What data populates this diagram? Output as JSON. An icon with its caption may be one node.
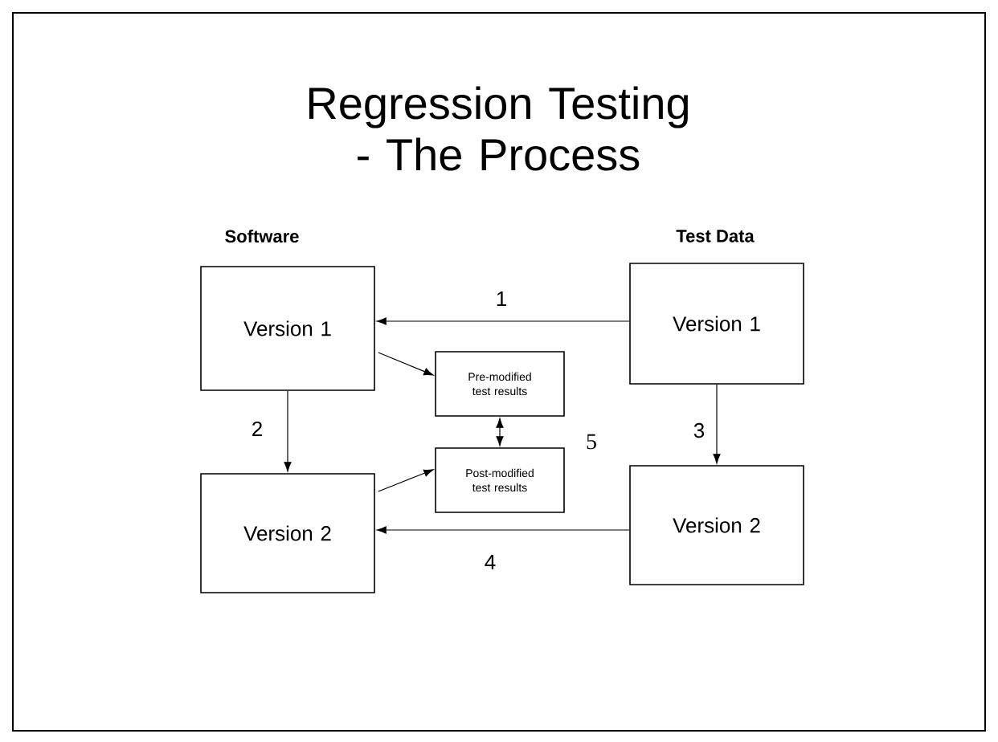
{
  "diagram": {
    "title": "Regression Testing - The Process",
    "nodes": [
      {
        "text": [
          "Version 1"
        ]
      },
      {
        "text": [
          "Version 1"
        ]
      },
      {
        "text": [
          "Pre-modified test results"
        ]
      },
      {
        "text": [
          "Post-modified test results"
        ]
      },
      {
        "text": [
          "Version 2"
        ]
      },
      {
        "text": [
          "Version 2"
        ]
      }
    ],
    "edges": [
      {
        "from": 1,
        "to": 0,
        "arrow": "to",
        "label": "1"
      },
      {
        "from": 0,
        "to": 4,
        "arrow": "to",
        "label": "2"
      },
      {
        "from": 1,
        "to": 5,
        "arrow": "to",
        "label": "3"
      },
      {
        "from": 5,
        "to": 4,
        "arrow": "to",
        "label": "4"
      },
      {
        "from": 2,
        "to": 3,
        "arrow": "both",
        "label": "5"
      },
      {
        "from": 0,
        "to": 2,
        "arrow": "to"
      },
      {
        "from": 4,
        "to": 3,
        "arrow": "to"
      }
    ],
    "labels": [
      "Software",
      "Test Data"
    ]
  }
}
